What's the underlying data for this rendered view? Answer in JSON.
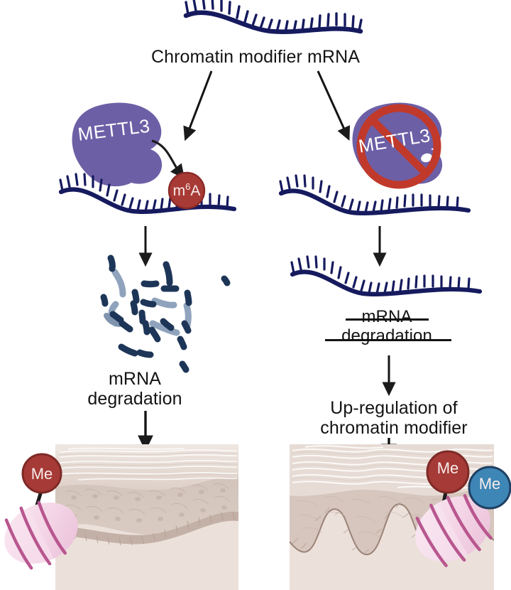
{
  "diagram": {
    "title": "Chromatin modifier mRNA",
    "labels": {
      "mettl3_active": "METTL3",
      "mettl3_blocked": "METTL3",
      "m6a_mark": "m6A",
      "m6a_m": "m",
      "m6a_sup": "6",
      "m6a_a": "A",
      "left_degradation": "mRNA\ndegradation",
      "right_no_degradation": "mRNA\ndegradation",
      "right_upregulation": "Up-regulation of\nchromatin modifier",
      "me_left": "Me",
      "me_right_red": "Me",
      "me_right_blue": "Me"
    },
    "branches": {
      "left": {
        "name": "METTL3 active branch",
        "steps": [
          "METTL3 deposits m6A on chromatin modifier mRNA",
          "mRNA degradation",
          "Normal skin with single methyl mark on nucleosome"
        ]
      },
      "right": {
        "name": "METTL3 blocked branch",
        "steps": [
          "METTL3 inhibited, no m6A deposited",
          "mRNA degradation does not occur",
          "Up-regulation of chromatin modifier",
          "Thickened skin with two methyl marks on nucleosome"
        ]
      }
    },
    "colors": {
      "mrna_backbone": "#161a5e",
      "mettl3_purple": "#6d5fa6",
      "prohibition_red": "#c0392b",
      "m6a_red": "#a83a35",
      "me_red": "#a63a36",
      "me_blue": "#3d86b5",
      "fragment_dark": "#1d3557",
      "fragment_light": "#8fa3bd",
      "nucleosome_pink": "#f3d5e4",
      "nucleosome_dna": "#b8568f",
      "skin_corneum": "#e7dcd5",
      "skin_epidermis": "#cdbcb3",
      "skin_dermis": "#ece0da",
      "arrow_black": "#141414"
    }
  }
}
